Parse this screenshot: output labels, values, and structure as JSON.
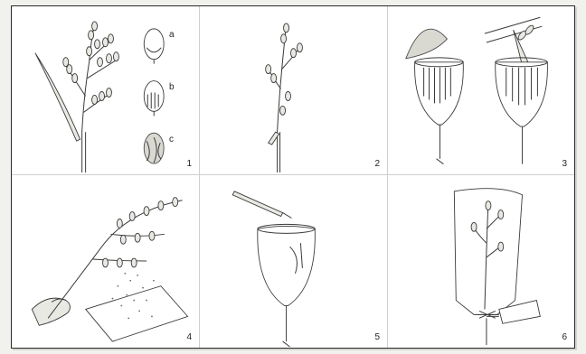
{
  "panels": [
    {
      "number": "1",
      "labels": [
        "a",
        "b",
        "c"
      ]
    },
    {
      "number": "2"
    },
    {
      "number": "3"
    },
    {
      "number": "4"
    },
    {
      "number": "5"
    },
    {
      "number": "6"
    }
  ]
}
